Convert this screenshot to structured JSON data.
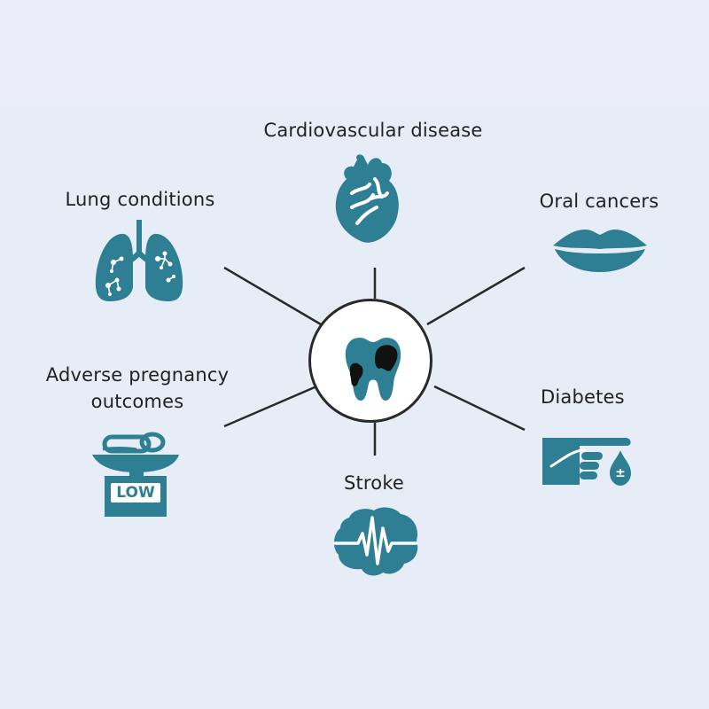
{
  "colors": {
    "icon_teal": "#2f7f94",
    "background": "#e6edf7",
    "connector": "#2a2a2a",
    "decay": "#111111"
  },
  "center": {
    "icon": "decayed-tooth-icon"
  },
  "nodes": [
    {
      "id": "cardio",
      "label": "Cardiovascular disease",
      "icon": "heart-icon"
    },
    {
      "id": "lung",
      "label": "Lung conditions",
      "icon": "lungs-icon"
    },
    {
      "id": "oral",
      "label": "Oral cancers",
      "icon": "lips-icon"
    },
    {
      "id": "pregnancy",
      "label_line1": "Adverse pregnancy",
      "label_line2": "outcomes",
      "icon": "baby-scale-icon",
      "scale_text": "LOW"
    },
    {
      "id": "diabetes",
      "label": "Diabetes",
      "icon": "finger-blood-drop-icon",
      "drop_text": "±"
    },
    {
      "id": "stroke",
      "label": "Stroke",
      "icon": "brain-pulse-icon"
    }
  ]
}
